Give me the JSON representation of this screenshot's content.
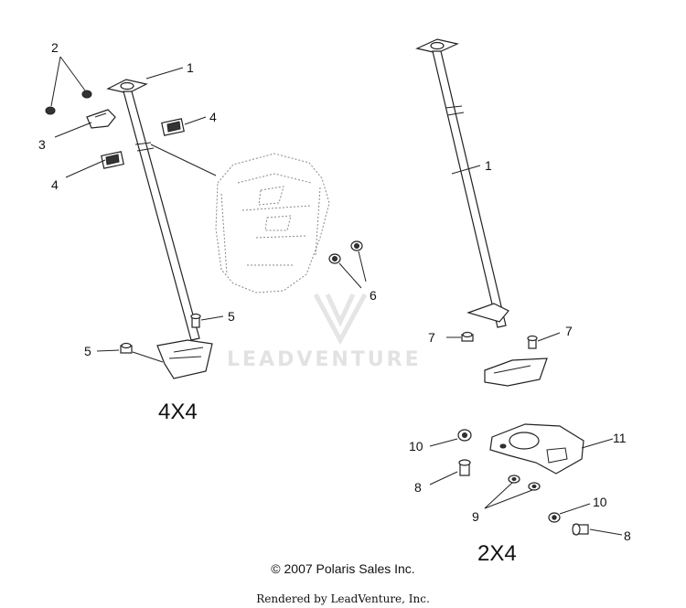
{
  "callouts": {
    "c1a": "1",
    "c2": "2",
    "c3": "3",
    "c4a": "4",
    "c4b": "4",
    "c5a": "5",
    "c5b": "5",
    "c6": "6",
    "c1b": "1",
    "c7a": "7",
    "c7b": "7",
    "c10a": "10",
    "c11": "11",
    "c8a": "8",
    "c9": "9",
    "c10b": "10",
    "c8b": "8"
  },
  "labels": {
    "variant_left": "4X4",
    "variant_right": "2X4"
  },
  "watermark": "LEADVENTURE",
  "footer": {
    "copyright": "© 2007 Polaris Sales Inc.",
    "rendered_by": "Rendered by LeadVenture, Inc."
  }
}
